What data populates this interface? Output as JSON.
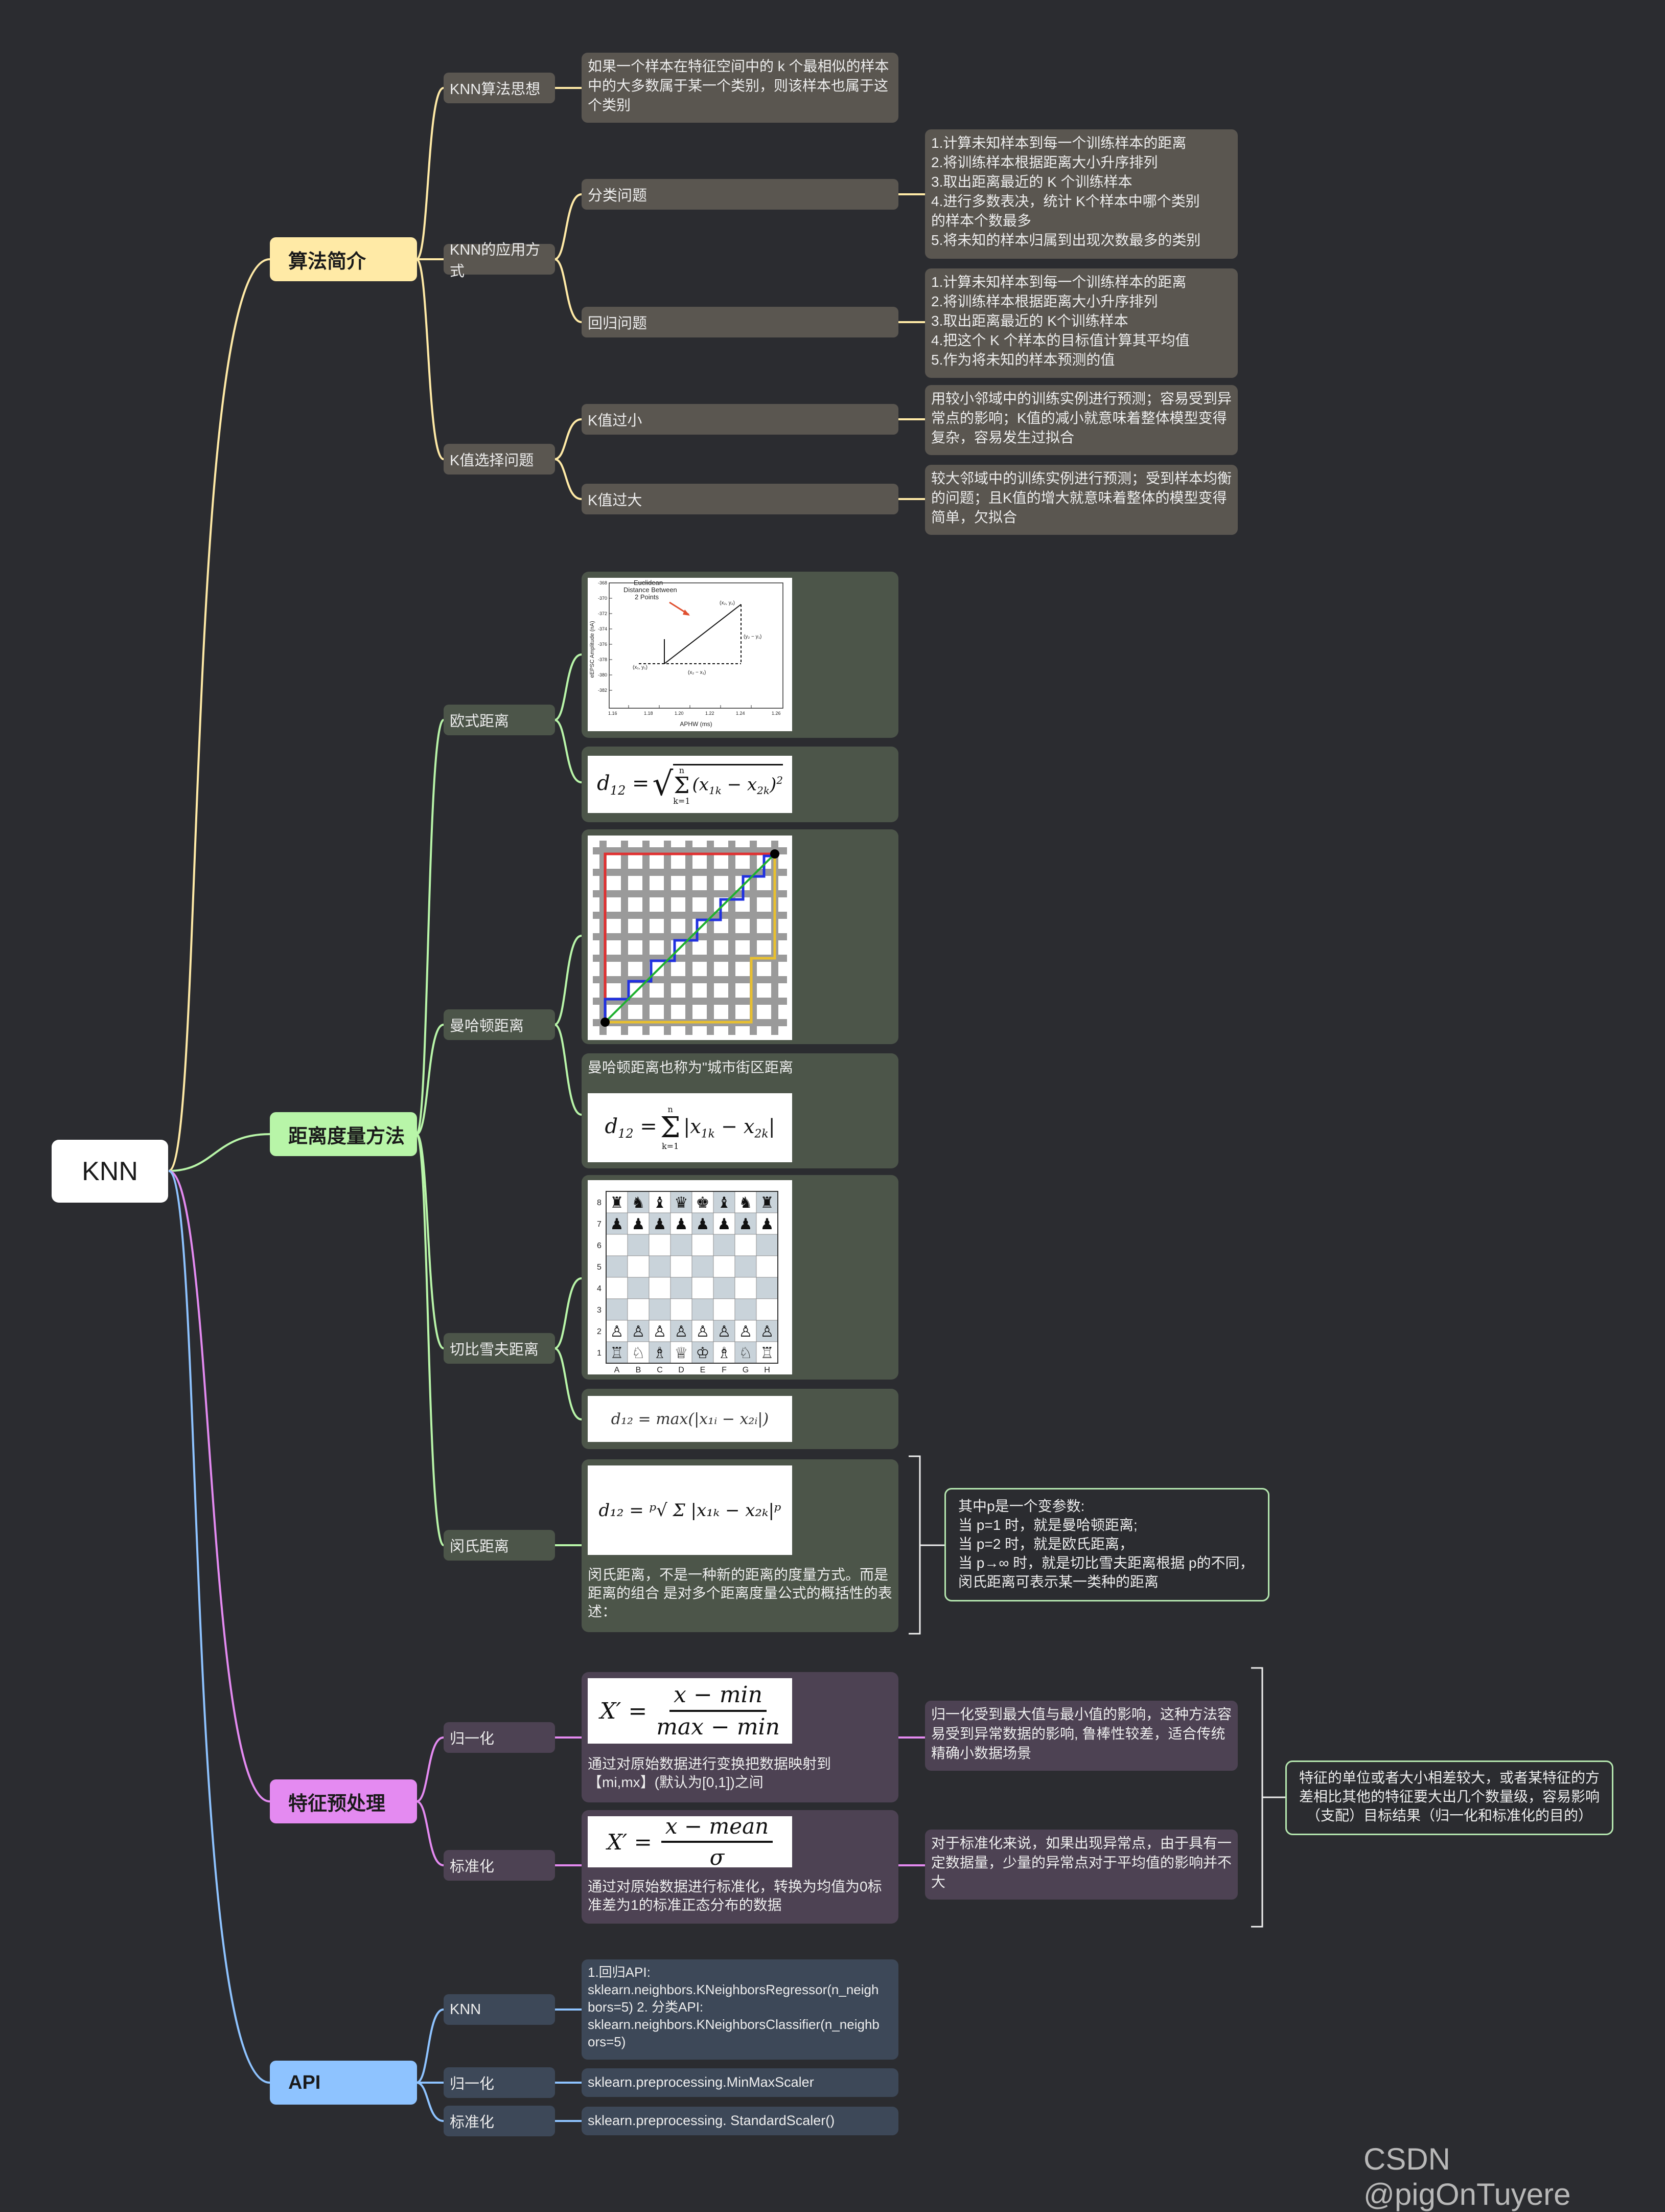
{
  "root": "KNN",
  "colors": {
    "intro": "#ffeaa6",
    "distance": "#b8f5a8",
    "preprocess": "#e48af1",
    "api": "#8ec3ff"
  },
  "sections": {
    "intro": {
      "label": "算法简介",
      "idea": {
        "label": "KNN算法思想",
        "text": "如果一个样本在特征空间中的 k 个最相似的样本\n中的大多数属于某一个类别，则该样本也属于这\n个类别"
      },
      "application": {
        "label": "KNN的应用方式",
        "classification": {
          "label": "分类问题",
          "text": "1.计算未知样本到每一个训练样本的距离\n2.将训练样本根据距离大小升序排列\n3.取出距离最近的 K 个训练样本\n4.进行多数表决，统计 K个样本中哪个类别\n的样本个数最多\n5.将未知的样本归属到出现次数最多的类别"
        },
        "regression": {
          "label": "回归问题",
          "text": "1.计算未知样本到每一个训练样本的距离\n2.将训练样本根据距离大小升序排列\n3.取出距离最近的 K个训练样本\n4.把这个 K 个样本的目标值计算其平均值\n5.作为将未知的样本预测的值"
        }
      },
      "k_choice": {
        "label": "K值选择问题",
        "small": {
          "label": "K值过小",
          "text": "用较小邻域中的训练实例进行预测；容易受到异\n常点的影响；K值的减小就意味着整体模型变得\n复杂，容易发生过拟合"
        },
        "large": {
          "label": "K值过大",
          "text": "较大邻域中的训练实例进行预测；受到样本均衡\n的问题；且K值的增大就意味着整体的模型变得\n简单，欠拟合"
        }
      }
    },
    "distance": {
      "label": "距离度量方法",
      "euclidean": {
        "label": "欧式距离",
        "chart_title": "Euclidean\nDistance Between\n2 Points",
        "ylabel": "eEPSC Amplitude (nA)",
        "xlabel": "APHW (ms)",
        "formula_lhs": "d₁₂ = ",
        "formula_body": "Σ (x₁ₖ − x₂ₖ)²",
        "sum_top": "n",
        "sum_bottom": "k=1"
      },
      "manhattan": {
        "label": "曼哈顿距离",
        "note": "曼哈顿距离也称为\"城市街区距离",
        "formula": "d₁₂ = Σ |x₁ₖ − x₂ₖ|",
        "sum_top": "n",
        "sum_bottom": "k=1"
      },
      "chebyshev": {
        "label": "切比雪夫距离",
        "formula": "d₁₂ = max(|x₁ᵢ − x₂ᵢ|)",
        "files": [
          "A",
          "B",
          "C",
          "D",
          "E",
          "F",
          "G",
          "H"
        ],
        "ranks": [
          "8",
          "7",
          "6",
          "5",
          "4",
          "3",
          "2",
          "1"
        ]
      },
      "minkowski": {
        "label": "闵氏距离",
        "formula": "d₁₂ = ᵖ√ Σ |x₁ₖ − x₂ₖ|ᵖ",
        "text": "闵氏距离，不是一种新的距离的度量方式。而是\n距离的组合 是对多个距离度量公式的概括性的表\n述：",
        "callout": "其中p是一个变参数:\n当 p=1 时，就是曼哈顿距离;\n当 p=2 时，就是欧氏距离，\n当 p→∞ 时，就是切比雪夫距离根据 p的不同，\n闵氏距离可表示某一类种的距离"
      }
    },
    "preprocess": {
      "label": "特征预处理",
      "normalize": {
        "label": "归一化",
        "formula_lhs": "X′ =",
        "formula_num": "x − min",
        "formula_den": "max − min",
        "text": "通过对原始数据进行变换把数据映射到\n【mi,mx】(默认为[0,1])之间",
        "note": "归一化受到最大值与最小值的影响，这种方法容\n易受到异常数据的影响, 鲁棒性较差，适合传统\n精确小数据场景"
      },
      "standardize": {
        "label": "标准化",
        "formula_lhs": "X′ =",
        "formula_num": "x − mean",
        "formula_den": "σ",
        "text": "通过对原始数据进行标准化，转换为均值为0标\n准差为1的标准正态分布的数据",
        "note": "对于标准化来说，如果出现异常点，由于具有一\n定数据量，少量的异常点对于平均值的影响并不\n大"
      },
      "summary": "特征的单位或者大小相差较大，或者某特征的方\n差相比其他的特征要大出几个数量级，容易影响\n（支配）目标结果（归一化和标准化的目的）"
    },
    "api": {
      "label": "API",
      "knn": {
        "label": "KNN",
        "text": "1.回归API:\nsklearn.neighbors.KNeighborsRegressor(n_neigh\nbors=5) 2. 分类API:\nsklearn.neighbors.KNeighborsClassifier(n_neighb\nors=5)"
      },
      "normalize": {
        "label": "归一化",
        "text": "sklearn.preprocessing.MinMaxScaler"
      },
      "standardize": {
        "label": "标准化",
        "text": "sklearn.preprocessing. StandardScaler()"
      }
    }
  },
  "watermark": "CSDN @pigOnTuyere"
}
